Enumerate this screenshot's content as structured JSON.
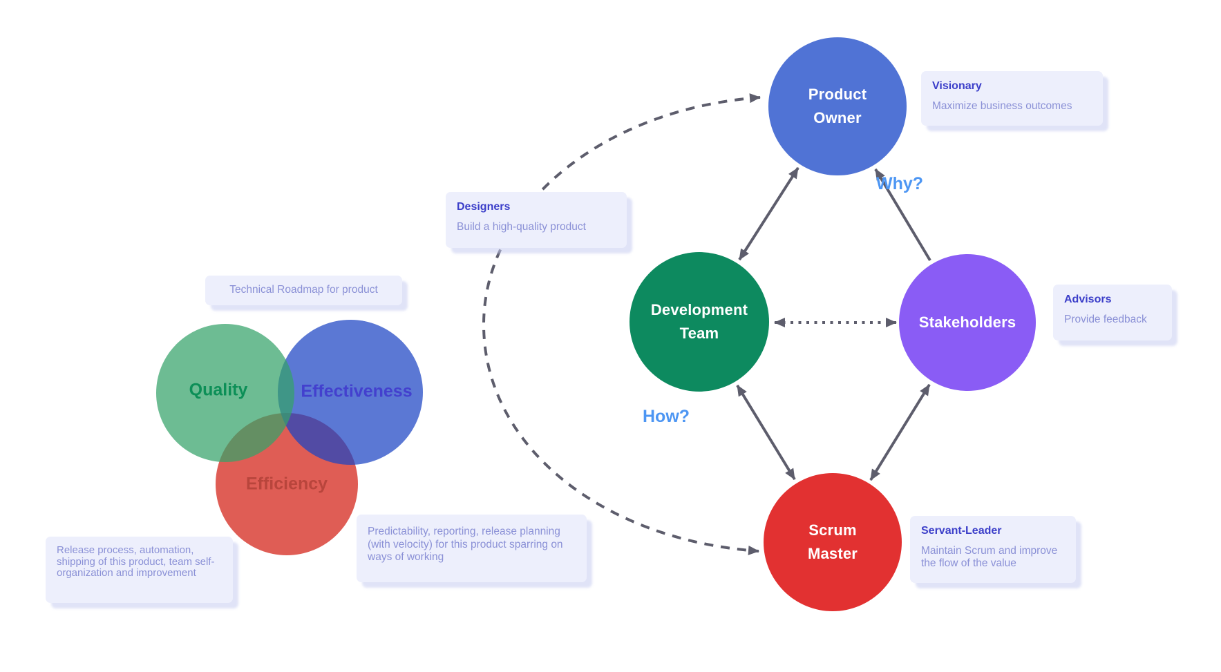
{
  "title": "Scrum roles and product dimensions diagram",
  "colors": {
    "background": "#ffffff",
    "arrow": "#5d5d6c",
    "box_bg": "#edeffc",
    "box_title": "#3b3ec9",
    "box_body": "#8a90d6",
    "question": "#4d96f3",
    "product_owner_blue": "#5073d5",
    "development_team_green": "#0d8a5f",
    "stakeholders_purple": "#8a5cf5",
    "scrum_master_red": "#e23131",
    "venn_quality_green": "rgba(52,162,105,0.72)",
    "venn_effectiveness_blue": "rgba(28,68,196,0.72)",
    "venn_efficiency_red": "rgba(211,30,20,0.72)",
    "quality_label": "#0c8f57",
    "effectiveness_label": "#4340ce",
    "efficiency_label": "#b8453c"
  },
  "scrum": {
    "nodes": [
      {
        "id": "product-owner",
        "lines": [
          "Product",
          "Owner"
        ]
      },
      {
        "id": "development-team",
        "lines": [
          "Development",
          "Team"
        ]
      },
      {
        "id": "stakeholders",
        "lines": [
          "Stakeholders"
        ]
      },
      {
        "id": "scrum-master",
        "lines": [
          "Scrum",
          "Master"
        ]
      }
    ],
    "questions": {
      "why": "Why?",
      "how": "How?"
    }
  },
  "callouts": {
    "visionary": {
      "title": "Visionary",
      "body": "Maximize business outcomes"
    },
    "advisors": {
      "title": "Advisors",
      "body": "Provide feedback"
    },
    "servant_leader": {
      "title": "Servant-Leader",
      "body": "Maintain Scrum and improve the flow of the value"
    },
    "designers": {
      "title": "Designers",
      "body": "Build a high-quality product"
    },
    "technical_roadmap": {
      "body": "Technical Roadmap for product"
    },
    "release": {
      "body": "Release process, automation, shipping of this product, team self-organization and improvement"
    },
    "predictability": {
      "body": "Predictability, reporting, release planning (with velocity) for this product sparring on ways of working"
    }
  },
  "venn": {
    "circles": [
      {
        "label": "Quality"
      },
      {
        "label": "Effectiveness"
      },
      {
        "label": "Efficiency"
      }
    ]
  }
}
